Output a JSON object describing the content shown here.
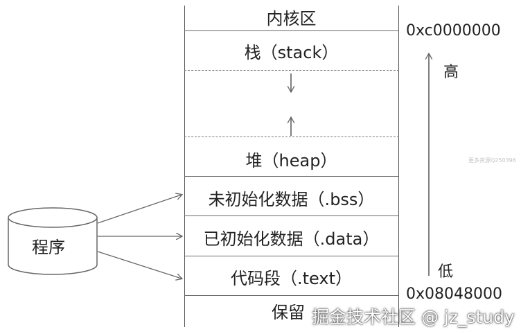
{
  "segments": {
    "kernel": "内核区",
    "stack": "栈（stack）",
    "heap": "堆（heap）",
    "bss": "未初始化数据（.bss）",
    "data": "已初始化数据（.data）",
    "text": "代码段（.text）",
    "reserved": "保留"
  },
  "addresses": {
    "high": "0xc0000000",
    "low": "0x08048000"
  },
  "direction": {
    "high": "高",
    "low": "低"
  },
  "program": {
    "label": "程序"
  },
  "watermarks": {
    "side": "更多资源Q250396",
    "bottom": "掘金技术社区 @ jz_study"
  },
  "icons": {
    "program_shape": "cylinder-icon",
    "stack_direction": "arrow-down-icon",
    "heap_direction": "arrow-up-icon",
    "address_direction": "arrow-up-icon",
    "load_arrows": "arrow-right-icon"
  }
}
